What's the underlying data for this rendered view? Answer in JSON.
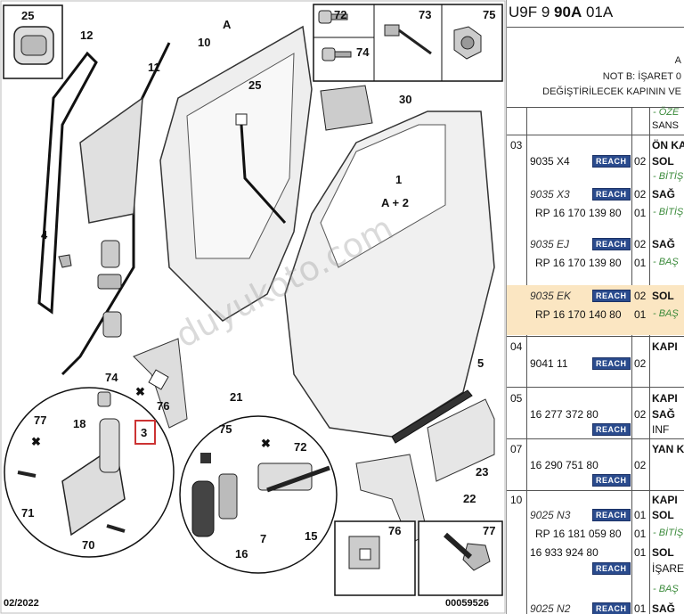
{
  "diagram": {
    "date": "02/2022",
    "ref": "00059526",
    "watermark": "duyukoto.com",
    "labels": {
      "l25a": "25",
      "l72a": "72",
      "l73": "73",
      "l75a": "75",
      "l74a": "74",
      "l12": "12",
      "l10": "10",
      "lA": "A",
      "l11": "11",
      "l25b": "25",
      "l30": "30",
      "l1": "1",
      "lApA": "A + 2",
      "l4": "4",
      "l5": "5",
      "l74b": "74",
      "l76a": "76",
      "l21": "21",
      "l23": "23",
      "l77a": "77",
      "l18": "18",
      "l3": "3",
      "l75b": "75",
      "l72b": "72",
      "l71": "71",
      "l70": "70",
      "l16": "16",
      "l7": "7",
      "l15": "15",
      "l22": "22",
      "l76b": "76",
      "l77b": "77"
    }
  },
  "panel": {
    "header": {
      "prefix": "U9F 9 ",
      "bold": "90A",
      "suffix": " 01A"
    },
    "notes": [
      "A",
      "NOT B: İŞARET 0",
      "DEĞİŞTİRİLECEK KAPININ VE"
    ],
    "top_green": "- ÖZE",
    "top_sans": "SANS",
    "rows": [
      {
        "num": "03",
        "code": "9035 X4",
        "reach": "REACH",
        "qty": "02",
        "desc": "ÖN KA",
        "desc2": "SOL",
        "green": "- BİTİŞ"
      },
      {
        "code": "9035 X3",
        "reach": "REACH",
        "qty": "02",
        "desc": "SAĞ",
        "rp": "RP 16 170 139 80",
        "qty2": "01",
        "green": "- BİTİŞ"
      },
      {
        "code": "9035 EJ",
        "reach": "REACH",
        "qty": "02",
        "desc": "SAĞ",
        "rp": "RP 16 170 139 80",
        "qty2": "01",
        "green": "- BAŞ"
      },
      {
        "code": "9035 EK",
        "reach": "REACH",
        "qty": "02",
        "desc": "SOL",
        "rp": "RP 16 170 140 80",
        "qty2": "01",
        "green": "- BAŞ"
      },
      {
        "num": "04",
        "code": "9041 11",
        "reach": "REACH",
        "qty": "02",
        "desc": "KAPI"
      },
      {
        "num": "05",
        "code": "16 277 372 80",
        "reach": "REACH",
        "qty": "02",
        "desc": "KAPI",
        "desc2": "SAĞ",
        "desc3": "INF"
      },
      {
        "num": "07",
        "code": "16 290 751 80",
        "reach": "REACH",
        "qty": "02",
        "desc": "YAN K"
      },
      {
        "num": "10",
        "code": "9025 N3",
        "reach": "REACH",
        "qty": "01",
        "desc": "KAPI",
        "desc2": "SOL",
        "rp": "RP 16 181 059 80",
        "qty2": "01",
        "green": "- BİTİŞ",
        "code2": "16 933 924 80",
        "reach2": "REACH",
        "qty3": "01",
        "desc3": "SOL",
        "desc4": "İŞARE",
        "green2": "- BAŞ",
        "code3": "9025 N2",
        "reach3": "REACH",
        "qty4": "01",
        "desc5": "SAĞ"
      }
    ]
  }
}
